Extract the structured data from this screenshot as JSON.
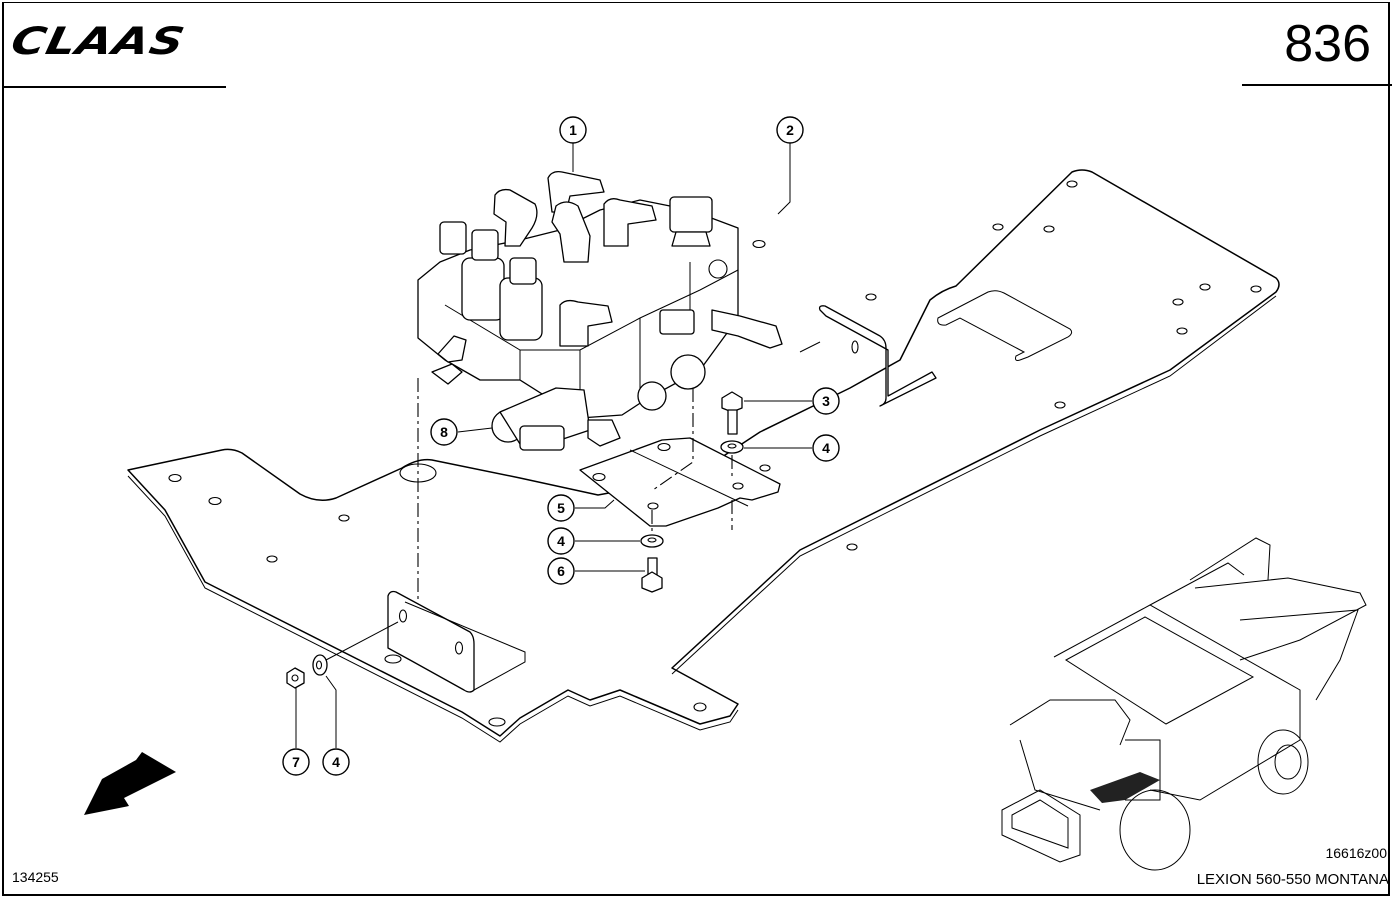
{
  "header": {
    "brand": "CLAAS",
    "page_number": "836"
  },
  "footer": {
    "drawing_id": "134255",
    "reference_code": "16616z00",
    "model": "LEXION 560-550 MONTANA"
  },
  "diagram": {
    "title": "Hydraulic valve block mounting plate",
    "direction_indicator": "arrow-down-left-icon",
    "inset": "combine-harvester-location-view",
    "callouts": [
      {
        "id": "callout-1",
        "label": "1",
        "refers_to": "elbow fitting"
      },
      {
        "id": "callout-2",
        "label": "2",
        "refers_to": "mounting plate"
      },
      {
        "id": "callout-3",
        "label": "3",
        "refers_to": "hex bolt"
      },
      {
        "id": "callout-4a",
        "label": "4",
        "refers_to": "washer"
      },
      {
        "id": "callout-5",
        "label": "5",
        "refers_to": "bracket plate"
      },
      {
        "id": "callout-4b",
        "label": "4",
        "refers_to": "washer"
      },
      {
        "id": "callout-6",
        "label": "6",
        "refers_to": "hex bolt"
      },
      {
        "id": "callout-8",
        "label": "8",
        "refers_to": "solenoid valve"
      },
      {
        "id": "callout-7",
        "label": "7",
        "refers_to": "hex nut"
      },
      {
        "id": "callout-4c",
        "label": "4",
        "refers_to": "washer"
      }
    ]
  }
}
